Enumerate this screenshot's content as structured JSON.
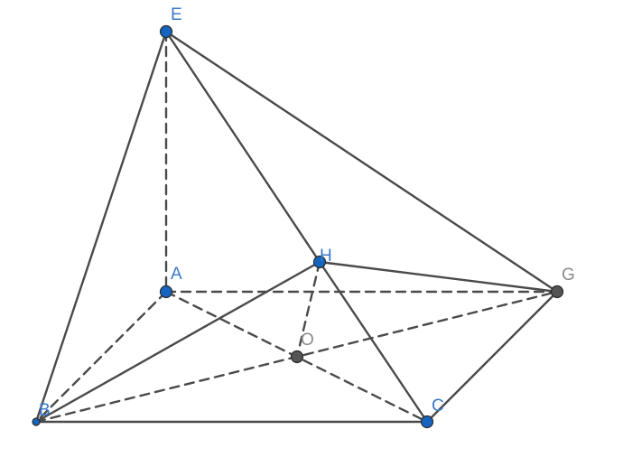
{
  "colors": {
    "edge": "#4a4a4a",
    "point_blue": "#1565c0",
    "point_gray": "#555555",
    "label_blue": "#3a78c8",
    "label_gray": "#8a8a8a"
  },
  "points": [
    {
      "id": "E",
      "label": "E",
      "color": "blue"
    },
    {
      "id": "A",
      "label": "A",
      "color": "blue"
    },
    {
      "id": "B",
      "label": "B",
      "color": "blue"
    },
    {
      "id": "C",
      "label": "C",
      "color": "blue"
    },
    {
      "id": "G",
      "label": "G",
      "color": "gray"
    },
    {
      "id": "H",
      "label": "H",
      "color": "blue"
    },
    {
      "id": "O",
      "label": "O",
      "color": "gray"
    }
  ],
  "segments": [
    {
      "from": "E",
      "to": "B",
      "style": "solid"
    },
    {
      "from": "E",
      "to": "G",
      "style": "solid"
    },
    {
      "from": "E",
      "to": "H",
      "style": "solid"
    },
    {
      "from": "H",
      "to": "C",
      "style": "solid"
    },
    {
      "from": "H",
      "to": "B",
      "style": "solid"
    },
    {
      "from": "H",
      "to": "G",
      "style": "solid"
    },
    {
      "from": "B",
      "to": "C",
      "style": "solid"
    },
    {
      "from": "C",
      "to": "G",
      "style": "solid"
    },
    {
      "from": "E",
      "to": "A",
      "style": "dashed"
    },
    {
      "from": "A",
      "to": "G",
      "style": "dashed"
    },
    {
      "from": "A",
      "to": "B",
      "style": "dashed"
    },
    {
      "from": "A",
      "to": "C",
      "style": "dashed"
    },
    {
      "from": "B",
      "to": "G",
      "style": "dashed"
    },
    {
      "from": "H",
      "to": "O",
      "style": "dashed"
    }
  ]
}
